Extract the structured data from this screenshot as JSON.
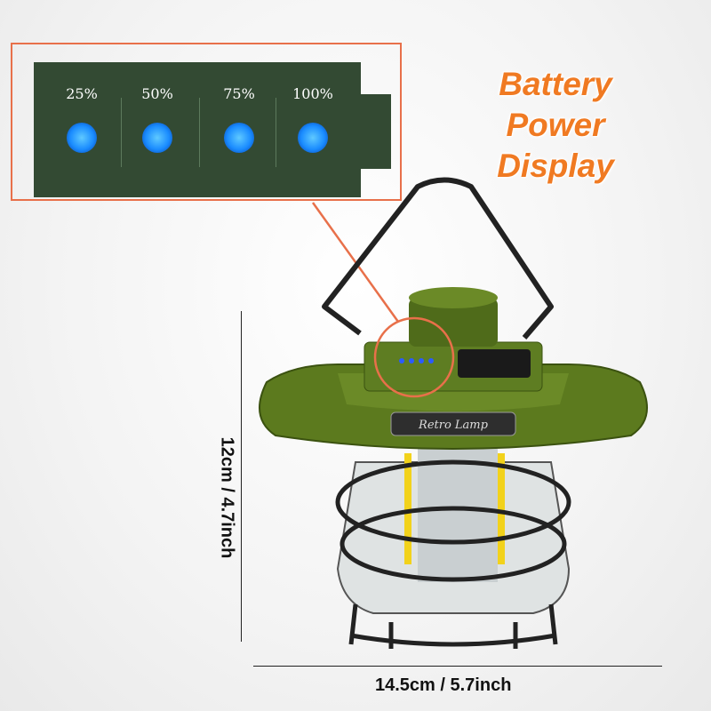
{
  "battery_display": {
    "levels": [
      {
        "label": "25%"
      },
      {
        "label": "50%"
      },
      {
        "label": "75%"
      },
      {
        "label": "100%"
      }
    ],
    "indicator_color": "#1a8cff"
  },
  "callout_title": {
    "line1": "Battery",
    "line2": "Power",
    "line3": "Display"
  },
  "product": {
    "badge_text": "Retro Lamp"
  },
  "dimensions": {
    "height": "12cm / 4.7inch",
    "width": "14.5cm / 5.7inch"
  },
  "colors": {
    "accent": "#e8704a",
    "title": "#f07a22",
    "lamp_green": "#5c7a1e"
  }
}
